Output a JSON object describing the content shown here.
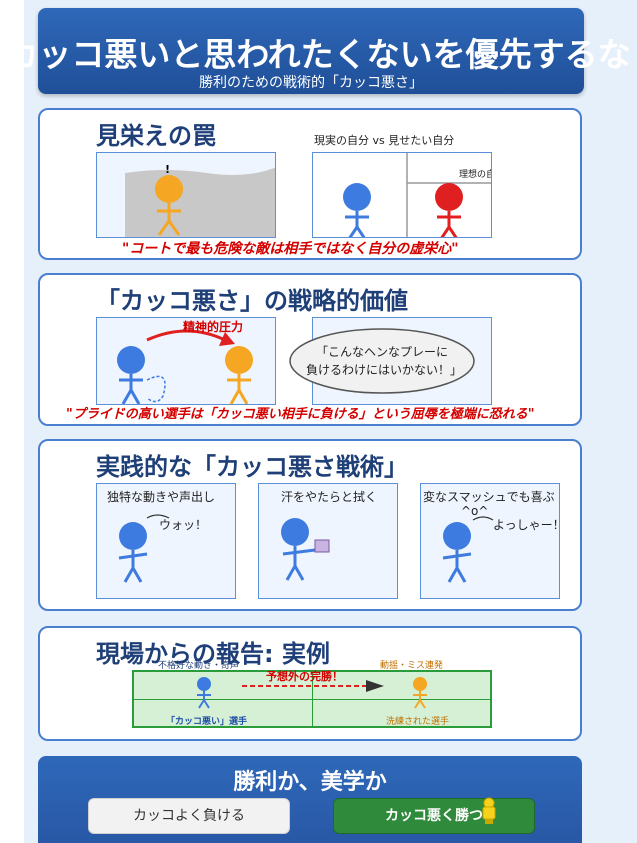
{
  "header": {
    "title": "カッコ悪いと思われたくないを優先するな",
    "subtitle": "勝利のための戦術的「カッコ悪さ」"
  },
  "section1": {
    "title": "見栄えの罠",
    "mark": "!",
    "compare_title": "現実の自分 vs 見せたい自分",
    "ideal_label": "理想の自分",
    "caption": "\"コートで最も危険な敵は相手ではなく自分の虚栄心\""
  },
  "section2": {
    "title": "「カッコ悪さ」の戦略的価値",
    "pressure_label": "精神的圧力",
    "bubble_line1": "「こんなヘンなプレーに",
    "bubble_line2": "負けるわけにはいかない！」",
    "caption": "\"プライドの高い選手は「カッコ悪い相手に負ける」という屈辱を極端に恐れる\""
  },
  "section3": {
    "title": "実践的な「カッコ悪さ戦術」",
    "panels": [
      {
        "label": "独特な動きや声出し",
        "shout": "ウォッ！",
        "face": ""
      },
      {
        "label": "汗をやたらと拭く",
        "shout": "",
        "face": ""
      },
      {
        "label": "変なスマッシュでも喜ぶ",
        "shout": "よっしゃー！",
        "face": "^o^"
      }
    ]
  },
  "section4": {
    "title": "現場からの報告: 実例",
    "left_top": "不格好な動き・奇声",
    "left_bottom": "「カッコ悪い」選手",
    "upset": "予想外の完勝！",
    "right_top": "動揺・ミス連発",
    "right_bottom": "洗練された選手"
  },
  "final": {
    "title": "勝利か、美学か",
    "lose_button": "カッコよく負ける",
    "win_button": "カッコ悪く勝つ"
  },
  "colors": {
    "header_blue": "#2f68b9",
    "section_title": "#1f3f78",
    "caption_red": "#d40000",
    "figure_blue": "#3e7be0",
    "figure_orange": "#f5a623",
    "figure_red": "#e02020",
    "court_green": "#2a9d3a",
    "win_green": "#2f8a3b"
  }
}
